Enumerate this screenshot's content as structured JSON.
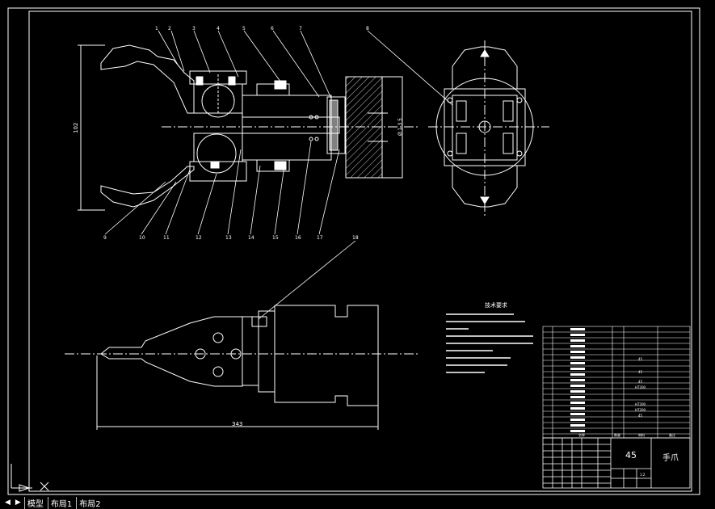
{
  "balloons": [
    "1",
    "2",
    "3",
    "4",
    "5",
    "6",
    "7",
    "8",
    "9",
    "10",
    "11",
    "12",
    "13",
    "14",
    "15",
    "16",
    "17",
    "18"
  ],
  "dimensions": {
    "vertical_left": "102",
    "diameter": "Ø 1 3 5",
    "length_bottom": "343"
  },
  "title_block": {
    "material": "45",
    "part_name": "手爪",
    "scale": "1:2",
    "header_labels": [
      "名称",
      "数量",
      "材料",
      "备注"
    ]
  },
  "parts_list": {
    "materials": [
      "45",
      "45",
      "HT200",
      "HT200",
      "HT200",
      "45",
      "45"
    ]
  },
  "tech_requirements": {
    "title": "技术要求"
  },
  "layout_tabs": [
    "模型",
    "布局1",
    "布局2"
  ]
}
